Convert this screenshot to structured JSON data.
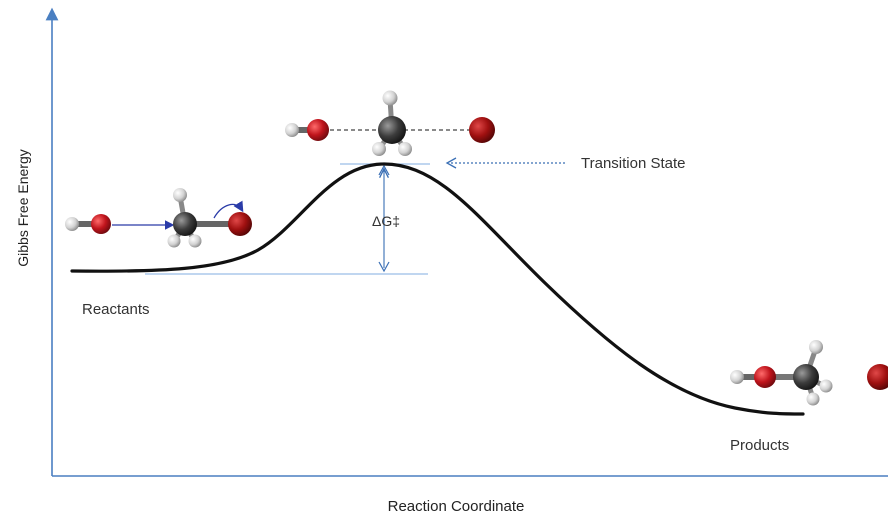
{
  "axes": {
    "y_label": "Gibbs Free Energy",
    "x_label": "Reaction Coordinate"
  },
  "labels": {
    "reactants": "Reactants",
    "products": "Products",
    "transition_state": "Transition State",
    "delta_g": "ΔG‡"
  },
  "colors": {
    "axis": "#4a7fc1",
    "curve": "#111111",
    "guide_line": "#9bbde6",
    "arrow": "#3a6fb5",
    "oxygen": "#c0141c",
    "carbon": "#3c3c3c",
    "hydrogen": "#d9d9d9",
    "bromine": "#a01010",
    "bond": "#555555",
    "electron_arrow": "#2a3ba8"
  }
}
